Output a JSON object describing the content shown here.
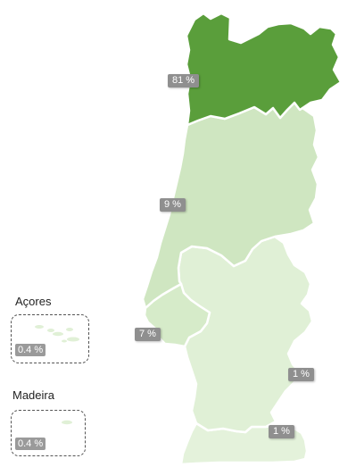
{
  "map": {
    "regions": [
      {
        "id": "norte",
        "label": "81 %",
        "share": 81,
        "color": "#5a9e3b"
      },
      {
        "id": "centro",
        "label": "9 %",
        "share": 9,
        "color": "#cfe6c1"
      },
      {
        "id": "lisboa",
        "label": "7 %",
        "share": 7,
        "color": "#d6ebc9"
      },
      {
        "id": "alentejo",
        "label": "1 %",
        "share": 1,
        "color": "#e0f0d6"
      },
      {
        "id": "algarve",
        "label": "1 %",
        "share": 1,
        "color": "#e4f2db"
      }
    ],
    "islands": {
      "azores": {
        "name": "Açores",
        "label": "0.4 %",
        "share": 0.4,
        "color": "#e0f0d6"
      },
      "madeira": {
        "name": "Madeira",
        "label": "0.4 %",
        "share": 0.4,
        "color": "#e0f0d6"
      }
    },
    "colors": {
      "background": "#ffffff",
      "border": "#ffffff",
      "badge": "#8f8f8f",
      "badge_text": "#ffffff"
    }
  }
}
